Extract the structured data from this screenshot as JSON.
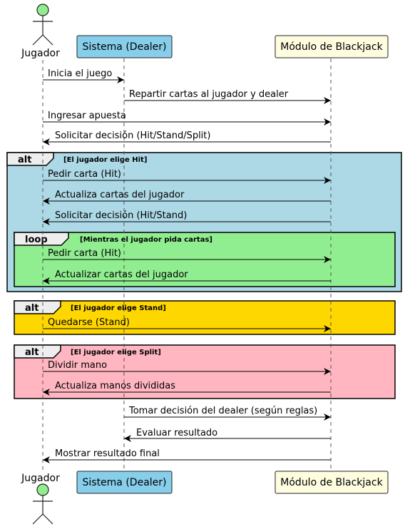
{
  "colors": {
    "actor_fill": "#90ee90",
    "dealer_fill": "#87ceeb",
    "module_fill": "#fffde0",
    "alt_hit_fill": "#add8e6",
    "loop_fill": "#90ee90",
    "alt_stand_fill": "#ffd700",
    "alt_split_fill": "#ffb6c1",
    "tab_fill": "#eeeeee",
    "line": "#000000"
  },
  "participants": {
    "player": "Jugador",
    "dealer": "Sistema (Dealer)",
    "module": "Módulo de Blackjack"
  },
  "messages": [
    {
      "from": "player",
      "to": "dealer",
      "text": "Inicia el juego"
    },
    {
      "from": "dealer",
      "to": "module",
      "text": "Repartir cartas al jugador y dealer"
    },
    {
      "from": "player",
      "to": "module",
      "text": "Ingresar apuesta"
    },
    {
      "from": "module",
      "to": "player",
      "text": "Solicitar decisión (Hit/Stand/Split)"
    },
    {
      "from": "player",
      "to": "module",
      "text": "Pedir carta (Hit)"
    },
    {
      "from": "module",
      "to": "player",
      "text": "Actualiza cartas del jugador"
    },
    {
      "from": "module",
      "to": "player",
      "text": "Solicitar decisión (Hit/Stand)"
    },
    {
      "from": "player",
      "to": "module",
      "text": "Pedir carta (Hit)"
    },
    {
      "from": "module",
      "to": "player",
      "text": "Actualizar cartas del jugador"
    },
    {
      "from": "player",
      "to": "module",
      "text": "Quedarse (Stand)"
    },
    {
      "from": "player",
      "to": "module",
      "text": "Dividir mano"
    },
    {
      "from": "module",
      "to": "player",
      "text": "Actualiza manos divididas"
    },
    {
      "from": "dealer",
      "to": "module",
      "text": "Tomar decisión del dealer (según reglas)"
    },
    {
      "from": "module",
      "to": "dealer",
      "text": "Evaluar resultado"
    },
    {
      "from": "module",
      "to": "player",
      "text": "Mostrar resultado final"
    }
  ],
  "frames": [
    {
      "keyword": "alt",
      "condition": "[El jugador elige Hit]"
    },
    {
      "keyword": "loop",
      "condition": "[Mientras el jugador pida cartas]"
    },
    {
      "keyword": "alt",
      "condition": "[El jugador elige Stand]"
    },
    {
      "keyword": "alt",
      "condition": "[El jugador elige Split]"
    }
  ]
}
